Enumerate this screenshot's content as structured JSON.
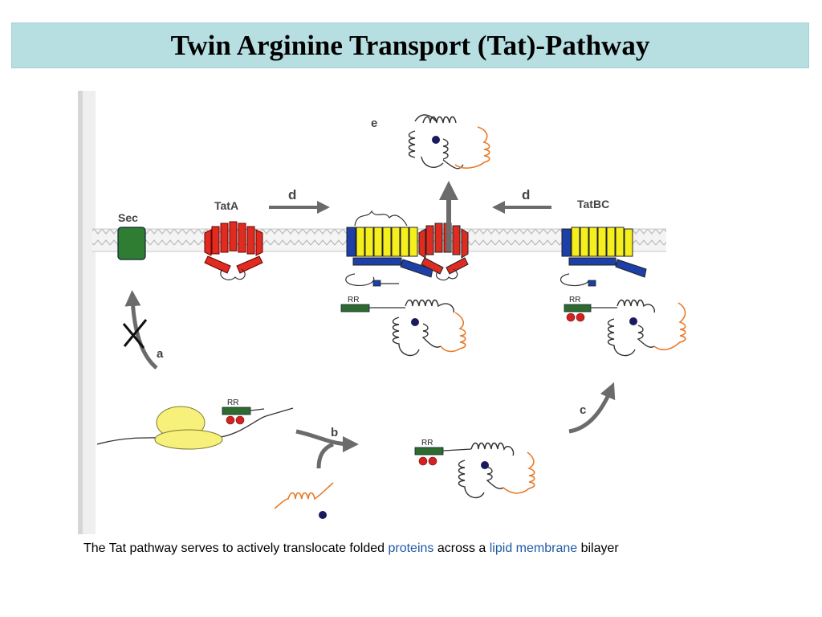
{
  "title": "Twin Arginine Transport (Tat)-Pathway",
  "figure": {
    "labels": {
      "sec": "Sec",
      "tata": "TatA",
      "tatbc": "TatBC",
      "step_a": "a",
      "step_b": "b",
      "step_c": "c",
      "step_d_left": "d",
      "step_d_right": "d",
      "step_e": "e",
      "rr_ribosome": "RR",
      "rr_free": "RR",
      "rr_complex": "RR",
      "rr_bound": "RR"
    },
    "colors": {
      "membrane": "#d9d9d9",
      "sec": "#2e7d32",
      "tata": "#e02b20",
      "tatc": "#f5ef1e",
      "tatb": "#1c3fa8",
      "signal_peptide": "#2e6b2e",
      "arginine": "#d42020",
      "cofactor_helix": "#e87c2c",
      "cofactor": "#1a1a5e",
      "ribosome": "#f7f07a",
      "arrow": "#6b6b6b"
    }
  },
  "caption": {
    "part1": "The Tat pathway serves to actively translocate folded ",
    "link1": "proteins",
    "part2": " across a ",
    "link2": "lipid membrane",
    "part3": " bilayer"
  }
}
